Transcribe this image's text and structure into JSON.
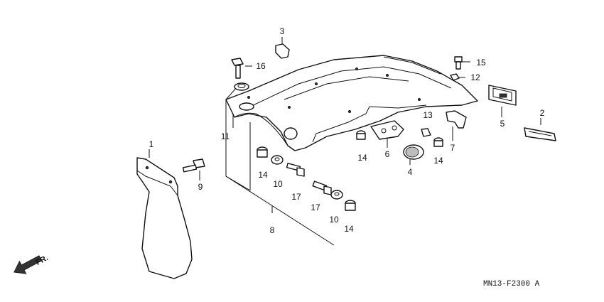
{
  "callouts": [
    {
      "id": "1",
      "label": "1"
    },
    {
      "id": "2",
      "label": "2"
    },
    {
      "id": "3",
      "label": "3"
    },
    {
      "id": "4",
      "label": "4"
    },
    {
      "id": "5",
      "label": "5"
    },
    {
      "id": "6",
      "label": "6"
    },
    {
      "id": "7",
      "label": "7"
    },
    {
      "id": "8",
      "label": "8"
    },
    {
      "id": "9",
      "label": "9"
    },
    {
      "id": "10a",
      "label": "10"
    },
    {
      "id": "10b",
      "label": "10"
    },
    {
      "id": "11",
      "label": "11"
    },
    {
      "id": "12",
      "label": "12"
    },
    {
      "id": "13",
      "label": "13"
    },
    {
      "id": "14a",
      "label": "14"
    },
    {
      "id": "14b",
      "label": "14"
    },
    {
      "id": "14c",
      "label": "14"
    },
    {
      "id": "14d",
      "label": "14"
    },
    {
      "id": "15",
      "label": "15"
    },
    {
      "id": "16",
      "label": "16"
    },
    {
      "id": "17a",
      "label": "17"
    },
    {
      "id": "17b",
      "label": "17"
    }
  ],
  "direction_label": "FR.",
  "diagram_code": "MN13-F2300 A"
}
